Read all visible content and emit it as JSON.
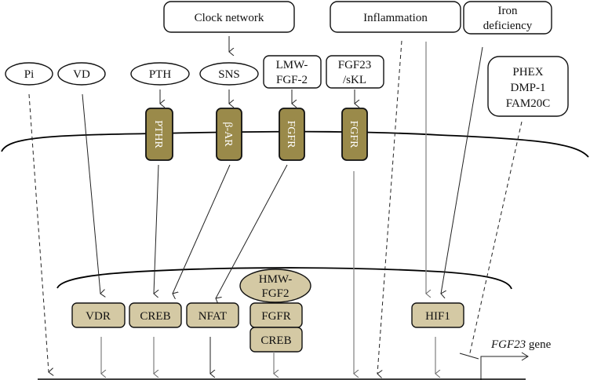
{
  "top_boxes": {
    "clock_network": "Clock network",
    "inflammation": "Inflammation",
    "iron_deficiency": [
      "Iron",
      "deficiency"
    ]
  },
  "ligands": {
    "pi": "Pi",
    "vd": "VD",
    "pth": "PTH",
    "sns": "SNS",
    "lmw_fgf2": [
      "LMW-",
      "FGF-2"
    ],
    "fgf23_skl": [
      "FGF23",
      "/sKL"
    ],
    "phex_group": [
      "PHEX",
      "DMP-1",
      "FAM20C"
    ]
  },
  "receptors": [
    "PTHR",
    "β-AR",
    "FGFR",
    "FGFR"
  ],
  "nuclear_factors": {
    "vdr": "VDR",
    "creb": "CREB",
    "nfat": "NFAT",
    "hmw_fgf2": [
      "HMW-",
      "FGF2"
    ],
    "fgfr": "FGFR",
    "creb2": "CREB",
    "hif1": "HIF1"
  },
  "gene": {
    "name": "FGF23",
    "suffix": " gene"
  },
  "colors": {
    "receptor": "#9a8a4a",
    "nuclear_factor": "#d4c9a4"
  }
}
